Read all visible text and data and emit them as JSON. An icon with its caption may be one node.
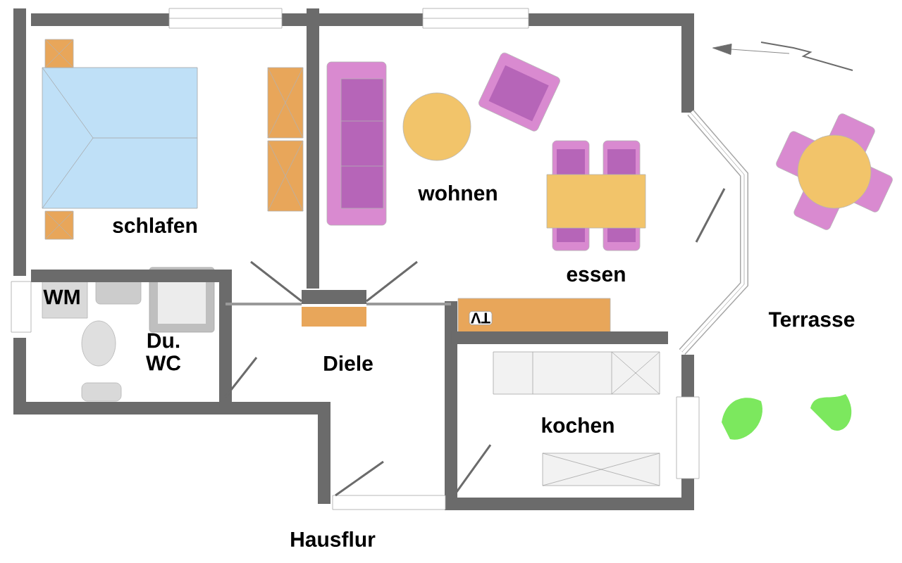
{
  "diagram": {
    "labels": [
      "wohnen",
      "schlafen",
      "essen",
      "WM",
      "TV",
      "Terrasse",
      "Du. WC",
      "Diele",
      "kochen",
      "Hausflur"
    ]
  }
}
